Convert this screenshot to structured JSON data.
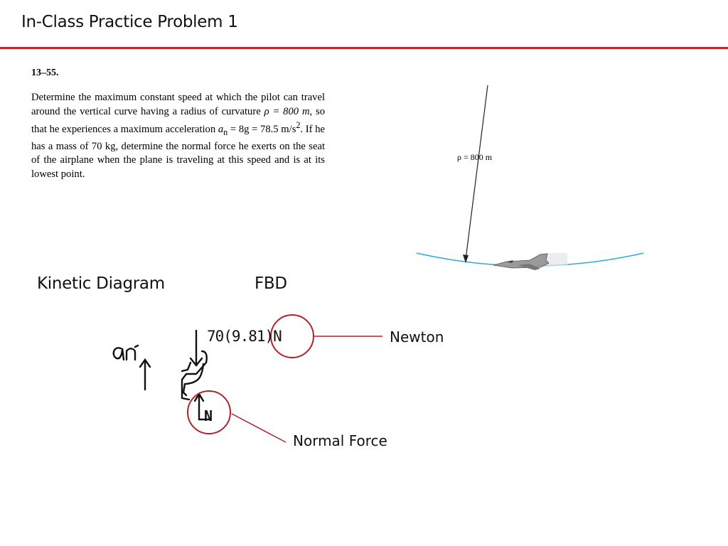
{
  "slide": {
    "title": "In-Class Practice Problem 1",
    "accent_color": "#c0272d"
  },
  "problem": {
    "number": "13–55.",
    "text_parts": {
      "p1": "Determine the maximum constant speed at which the pilot can travel around the vertical curve having a radius of curvature ",
      "rho_eq": "ρ = 800 m",
      "p2": ", so that he experiences a maximum acceleration ",
      "an": "a",
      "an_sub": "n",
      "eq2": " = 8g = 78.5 m/s",
      "sup2": "2",
      "p3": ". If he has a mass of 70 kg, determine the normal force he exerts on the seat of the airplane when the plane is traveling at this speed and is at its lowest point."
    }
  },
  "figure": {
    "rho_label": "ρ = 800 m",
    "curve_color": "#29a8e0"
  },
  "labels": {
    "kinetic_diagram": "Kinetic Diagram",
    "fbd": "FBD",
    "newton": "Newton",
    "normal_force": "Normal Force"
  },
  "handwriting": {
    "an": "an",
    "weight": "70(9.81)N",
    "normal": "N"
  }
}
